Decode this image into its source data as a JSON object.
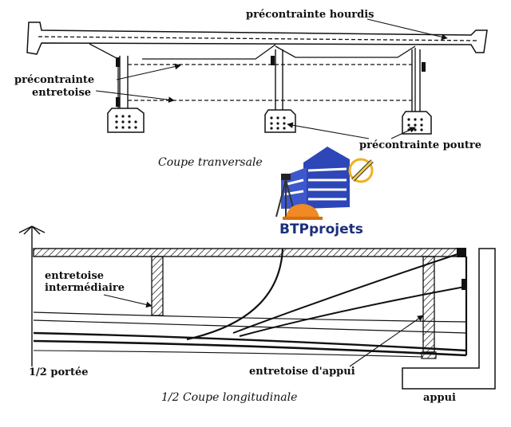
{
  "top_section": {
    "label_hourdis": "précontrainte hourdis",
    "label_entretoise_line1": "précontrainte",
    "label_entretoise_line2": "entretoise",
    "label_poutre": "précontrainte poutre",
    "caption": "Coupe   tranversale"
  },
  "logo": {
    "text": "BTPprojets",
    "colors": {
      "building": "#2d46b8",
      "helmet": "#f08a24",
      "text": "#1c2f7a"
    }
  },
  "bottom_section": {
    "label_intermediaire_line1": "entretoise",
    "label_intermediaire_line2": "intermédiaire",
    "label_half_span": "1/2 portée",
    "label_appui_entretoise": "entretoise d'appui",
    "label_appui": "appui",
    "caption": "1/2 Coupe longitudinale"
  }
}
